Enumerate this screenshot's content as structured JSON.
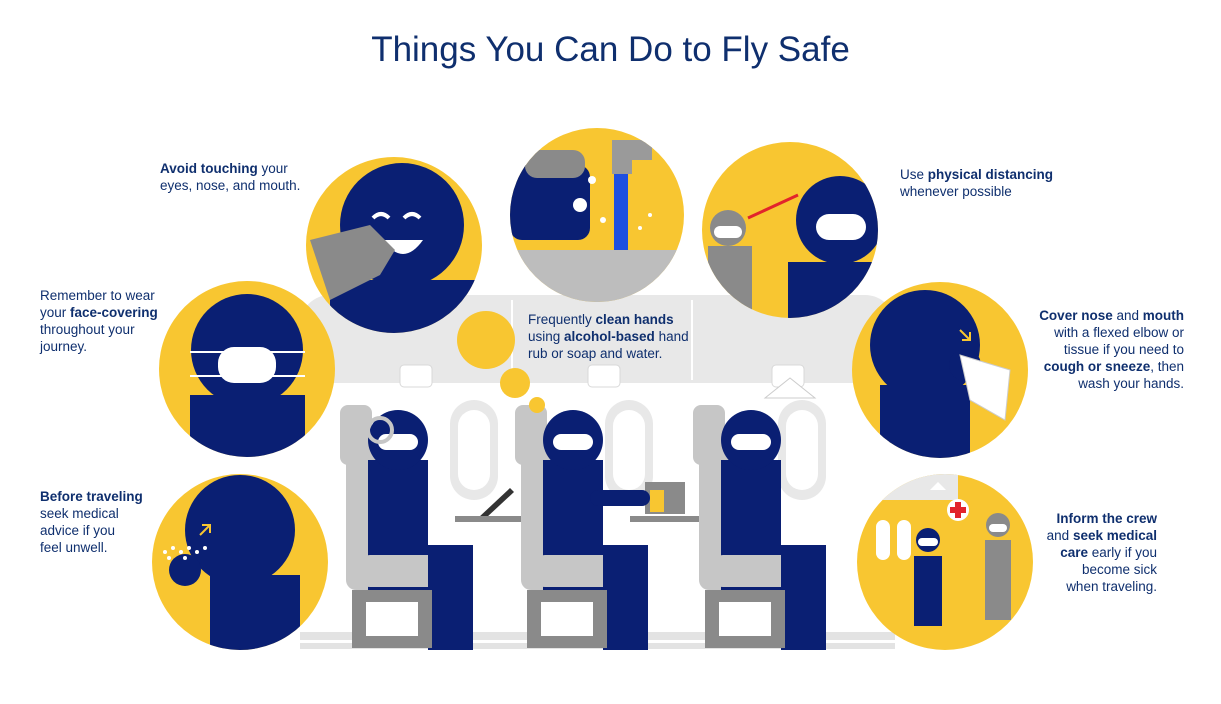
{
  "title": "Things You Can Do to Fly Safe",
  "colors": {
    "navy": "#0a1f73",
    "yellow": "#f8c631",
    "gray": "#8a8a8a",
    "light": "#e3e3e3",
    "red": "#e2242b",
    "text": "#0f2f6e"
  },
  "tips": {
    "touching": {
      "b1": "Avoid touching",
      "t1": " your",
      "t2": "eyes, nose, and mouth."
    },
    "face": {
      "t1": "Remember to wear",
      "t2": "your ",
      "b1": "face-covering",
      "t3": "throughout your",
      "t4": "journey."
    },
    "before": {
      "b1": "Before traveling",
      "t1": "seek medical",
      "t2": "advice if you",
      "t3": "feel unwell."
    },
    "hands": {
      "t1": "Frequently ",
      "b1": "clean hands",
      "t2": "using ",
      "b2": "alcohol-based",
      "t3": " hand",
      "t4": "rub or soap and water."
    },
    "distance": {
      "t1": "Use ",
      "b1": "physical distancing",
      "t2": "whenever possible"
    },
    "cover": {
      "b1": "Cover nose",
      "t1": " and ",
      "b2": "mouth",
      "t2": "with a flexed elbow or",
      "t3": "tissue if you need to",
      "b3": "cough or sneeze",
      "t4": ", then",
      "t5": "wash your hands."
    },
    "crew": {
      "b1": "Inform the crew",
      "t1": "and ",
      "b2": "seek medical",
      "b3": "care",
      "t2": " early if you",
      "t3": "become sick",
      "t4": "when traveling."
    }
  }
}
